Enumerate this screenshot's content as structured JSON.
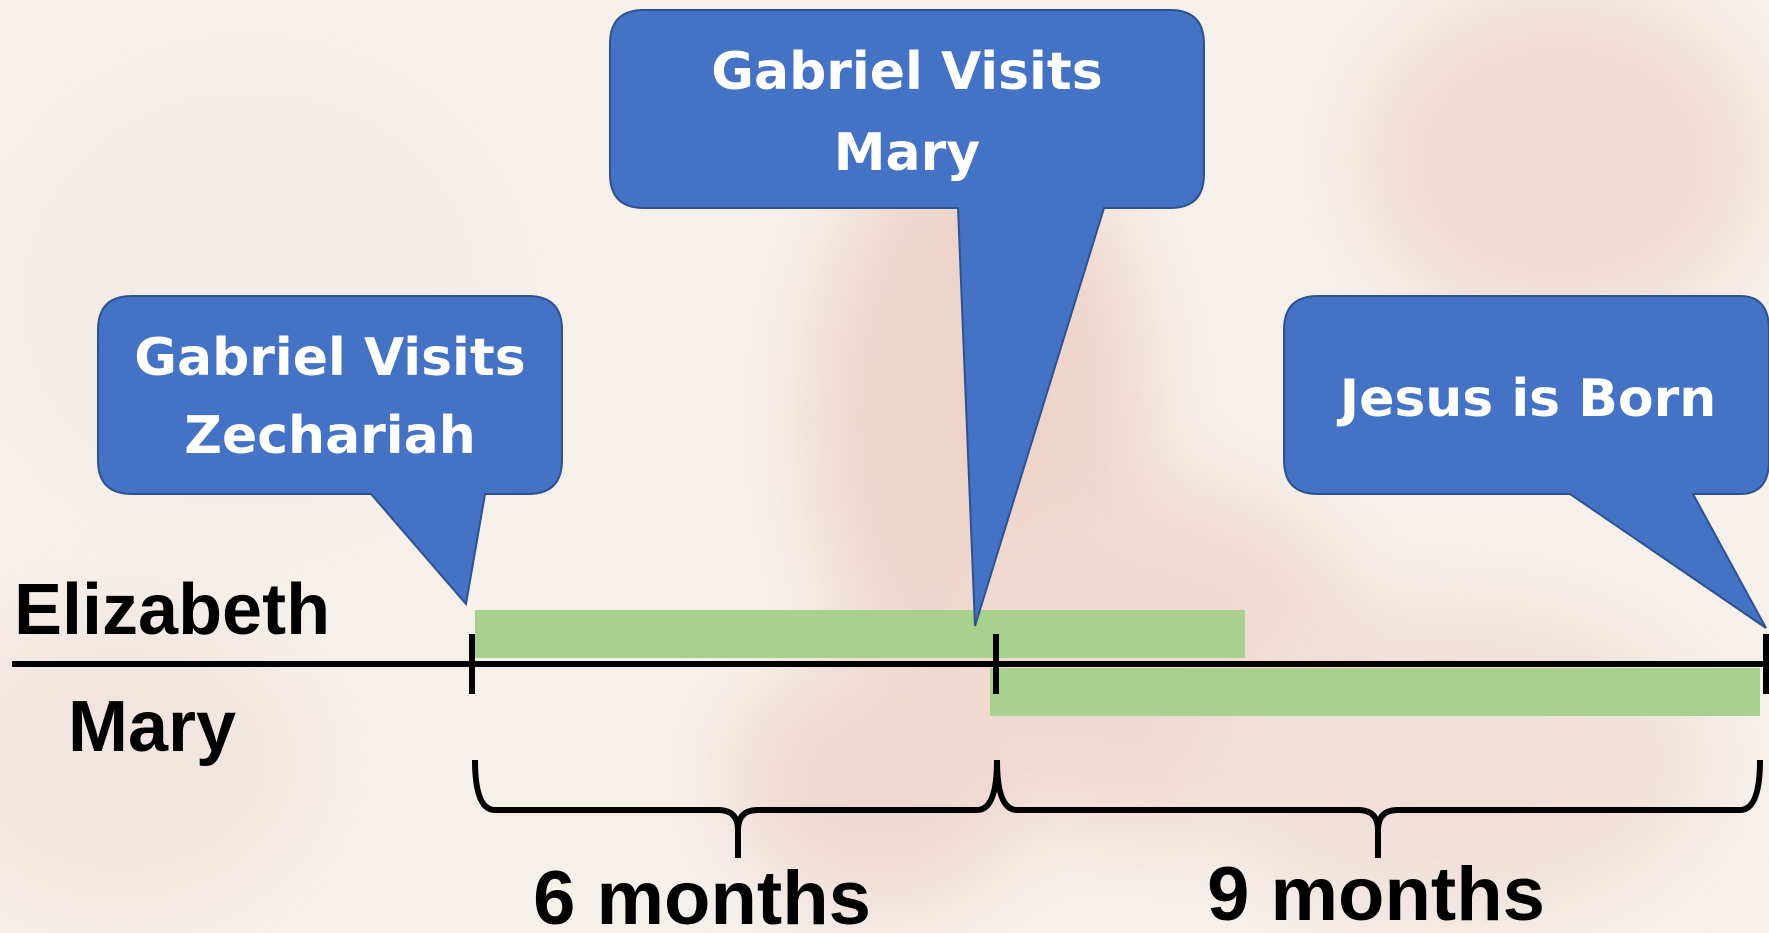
{
  "callouts": {
    "zechariah": {
      "line1": "Gabriel Visits",
      "line2": "Zechariah"
    },
    "mary": {
      "line1": "Gabriel Visits",
      "line2": "Mary"
    },
    "birth": {
      "line1": "Jesus is Born"
    }
  },
  "rows": {
    "top": "Elizabeth",
    "bottom": "Mary"
  },
  "durations": {
    "first": "6 months",
    "second": "9 months"
  },
  "colors": {
    "callout_fill": "#4472c4",
    "callout_stroke": "#2f528f",
    "bar_fill": "#a9d18e",
    "line": "#000000"
  }
}
